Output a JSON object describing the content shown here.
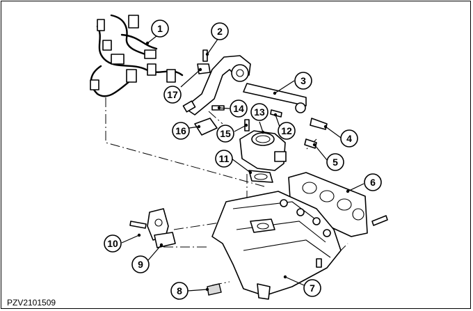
{
  "figure_code": "PZV2101509",
  "callouts": [
    {
      "n": "1"
    },
    {
      "n": "2"
    },
    {
      "n": "3"
    },
    {
      "n": "4"
    },
    {
      "n": "5"
    },
    {
      "n": "6"
    },
    {
      "n": "7"
    },
    {
      "n": "8"
    },
    {
      "n": "9"
    },
    {
      "n": "10"
    },
    {
      "n": "11"
    },
    {
      "n": "12"
    },
    {
      "n": "13"
    },
    {
      "n": "14"
    },
    {
      "n": "15"
    },
    {
      "n": "16"
    },
    {
      "n": "17"
    }
  ]
}
